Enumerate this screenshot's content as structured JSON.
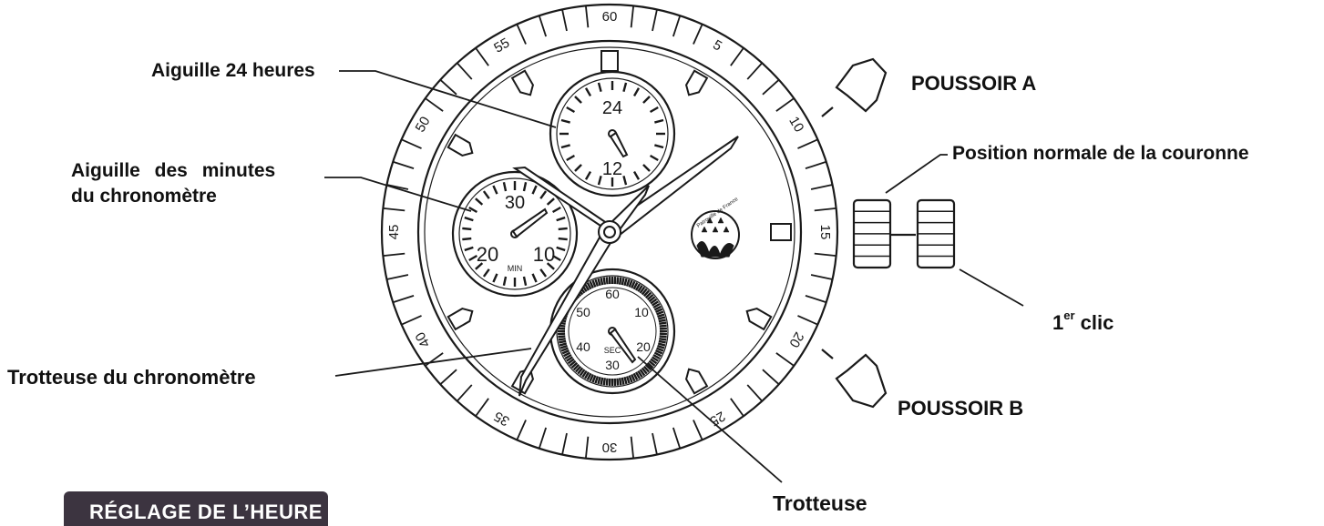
{
  "labels": {
    "hand_24h": "Aiguille 24 heures",
    "chrono_minutes_line1": "Aiguille des minutes",
    "chrono_minutes_line2": "du chronomètre",
    "chrono_seconds": "Trotteuse du chronomètre",
    "seconds": "Trotteuse",
    "pusher_a": "POUSSOIR A",
    "pusher_b": "POUSSOIR B",
    "crown_normal": "Position normale de la couronne",
    "first_click_num": "1",
    "first_click_sup": "er",
    "first_click_word": "clic"
  },
  "section_badge": "RÉGLAGE DE L’HEURE",
  "dial": {
    "bezel_numbers": [
      "60",
      "5",
      "10",
      "15",
      "20",
      "25",
      "30",
      "35",
      "40",
      "45",
      "50",
      "55"
    ],
    "subdial_24h": [
      "24",
      "12"
    ],
    "subdial_min": [
      "30",
      "20",
      "10",
      "MIN"
    ],
    "subdial_sec": [
      "60",
      "10",
      "20",
      "30",
      "40",
      "50",
      "SEC"
    ]
  },
  "colors": {
    "ink": "#1a1a1a",
    "badge_bg": "#3c3440",
    "background": "#ffffff"
  }
}
